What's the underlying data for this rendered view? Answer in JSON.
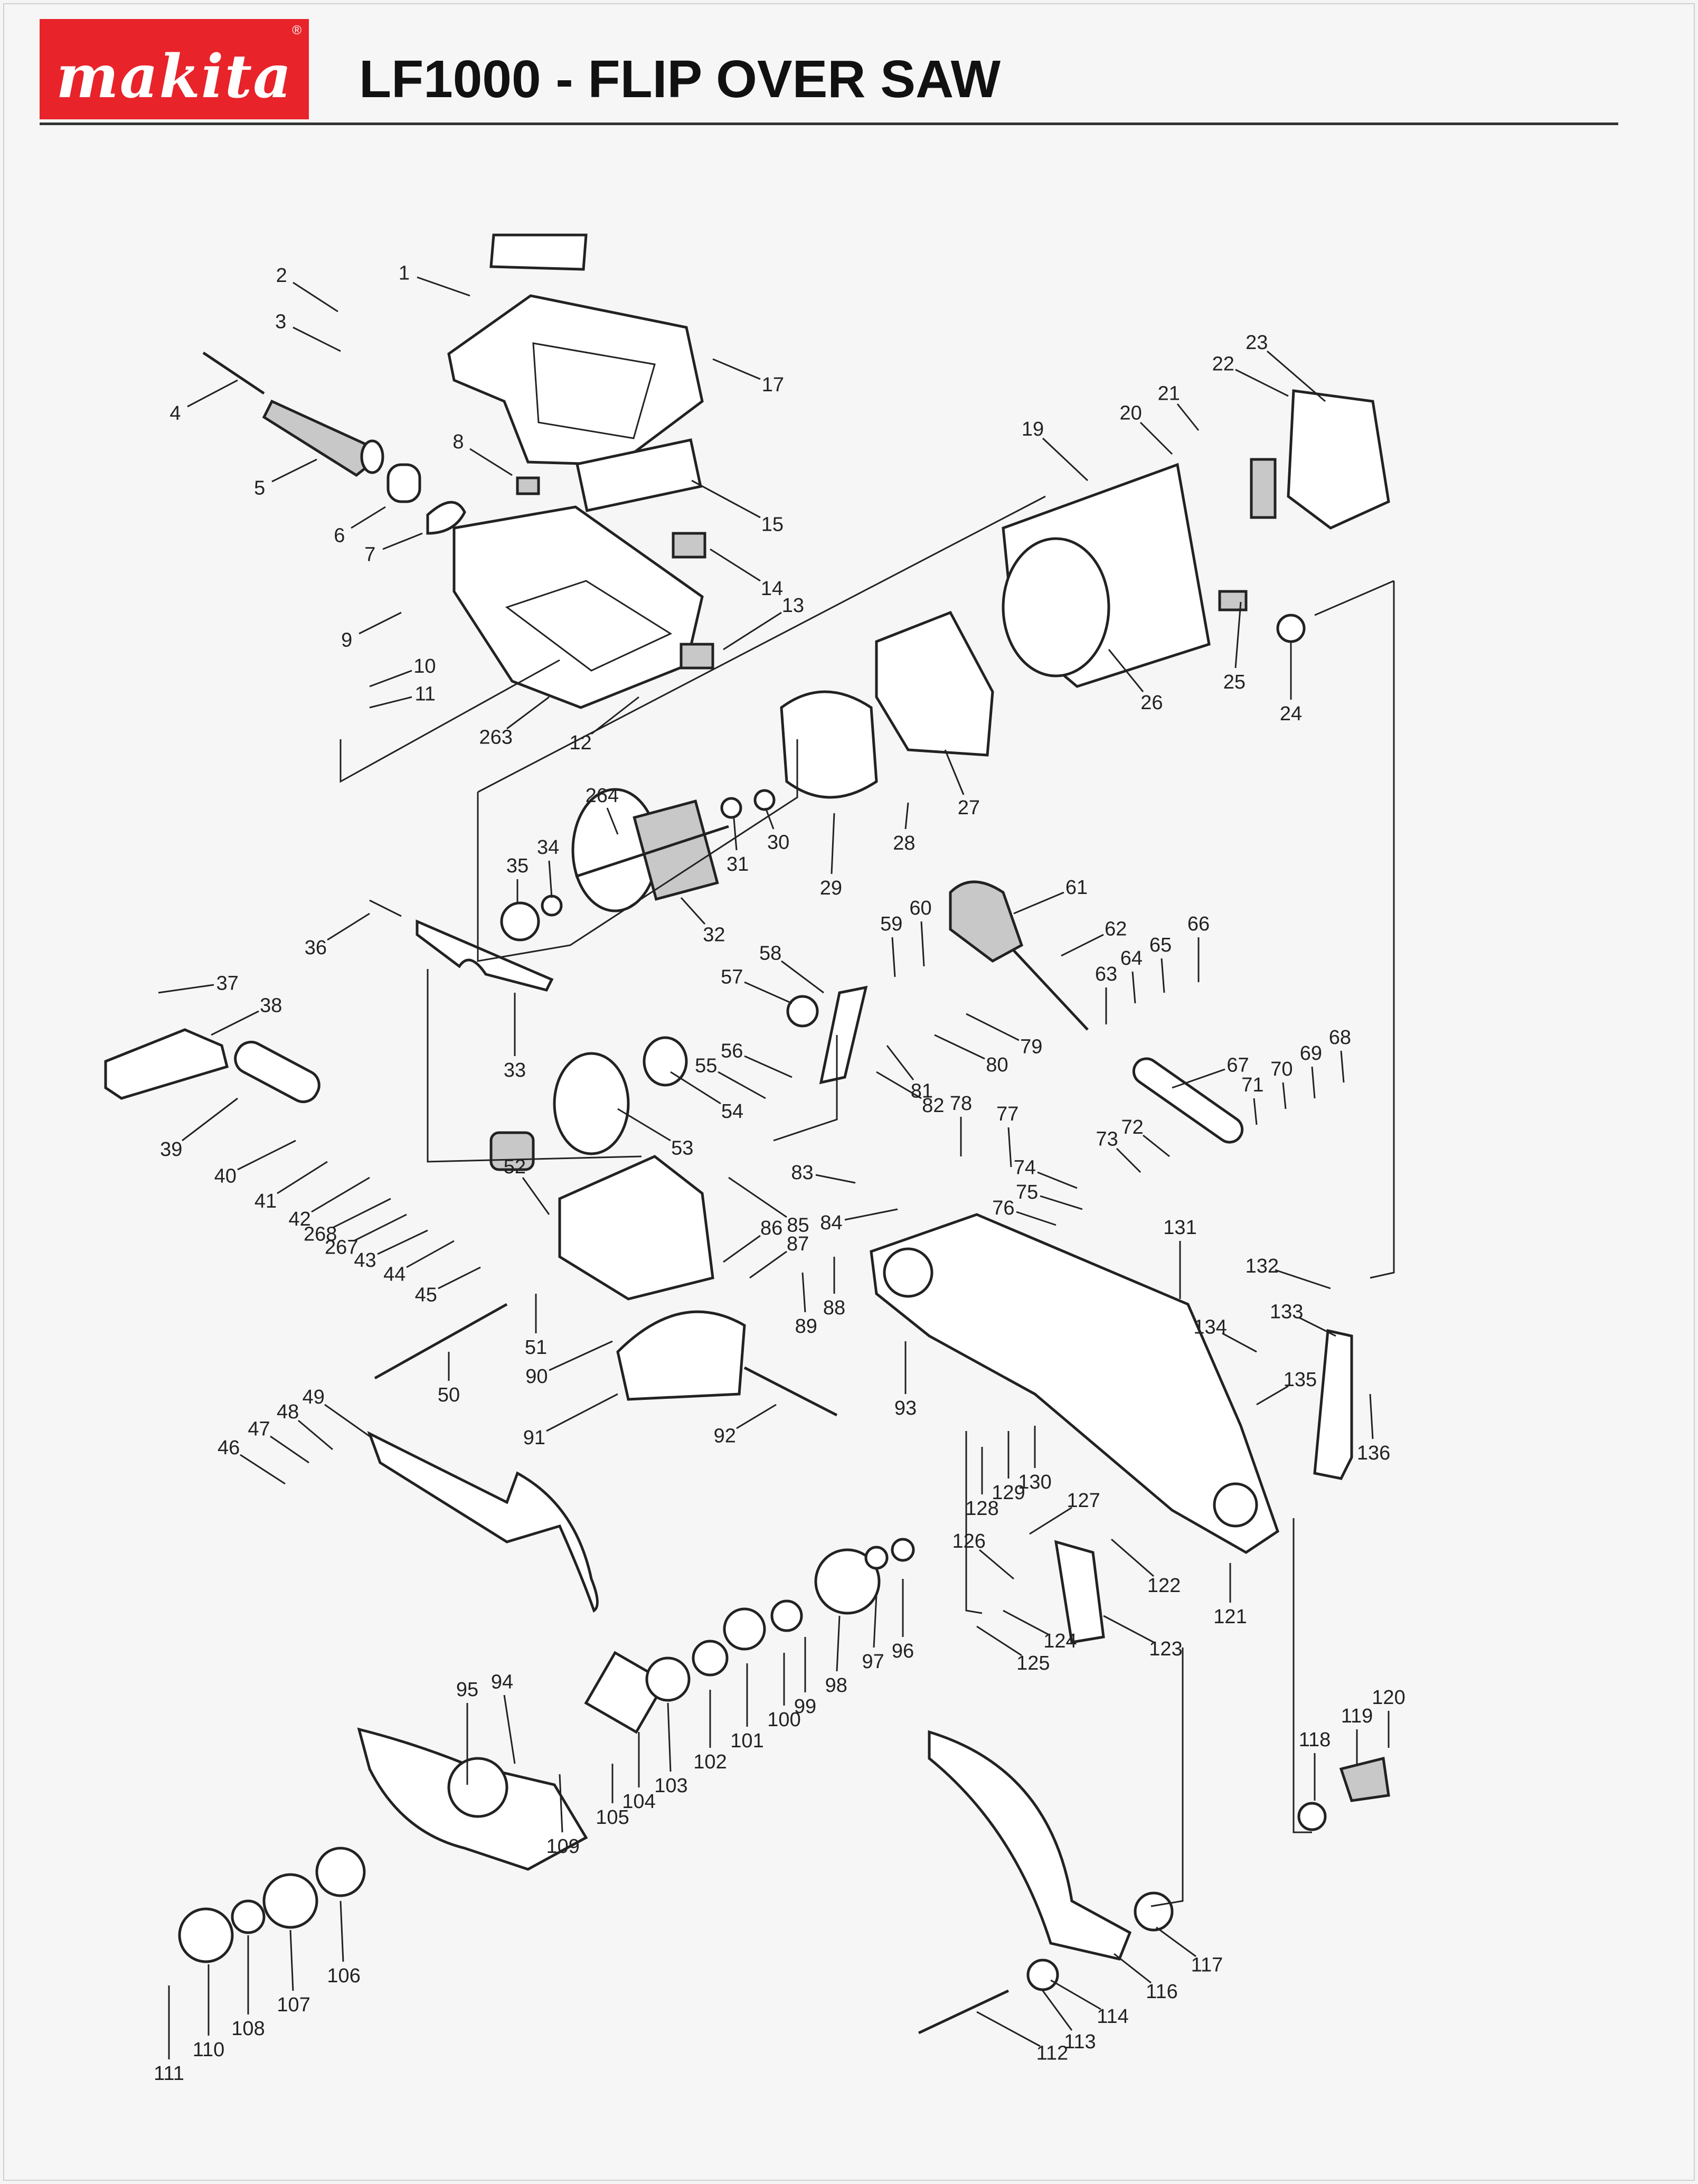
{
  "header": {
    "brand": "makita",
    "title": "LF1000 - FLIP OVER SAW"
  },
  "colors": {
    "brand_red": "#e8232a",
    "ink": "#222222",
    "background": "#f5f5f5"
  },
  "callouts": [
    "1",
    "2",
    "3",
    "4",
    "5",
    "6",
    "7",
    "8",
    "9",
    "10",
    "11",
    "12",
    "13",
    "14",
    "15",
    "17",
    "19",
    "20",
    "21",
    "22",
    "23",
    "24",
    "25",
    "26",
    "27",
    "28",
    "29",
    "30",
    "31",
    "32",
    "33",
    "34",
    "35",
    "36",
    "37",
    "38",
    "39",
    "40",
    "41",
    "42",
    "43",
    "44",
    "45",
    "46",
    "47",
    "48",
    "49",
    "50",
    "51",
    "52",
    "53",
    "54",
    "55",
    "56",
    "57",
    "58",
    "59",
    "60",
    "61",
    "62",
    "63",
    "64",
    "65",
    "66",
    "67",
    "68",
    "69",
    "70",
    "71",
    "72",
    "73",
    "74",
    "75",
    "76",
    "77",
    "78",
    "79",
    "80",
    "81",
    "82",
    "83",
    "84",
    "85",
    "86",
    "87",
    "88",
    "89",
    "90",
    "91",
    "92",
    "93",
    "94",
    "95",
    "96",
    "97",
    "98",
    "99",
    "100",
    "101",
    "102",
    "103",
    "104",
    "105",
    "106",
    "107",
    "108",
    "109",
    "110",
    "111",
    "112",
    "113",
    "114",
    "116",
    "117",
    "118",
    "119",
    "120",
    "121",
    "122",
    "123",
    "124",
    "125",
    "126",
    "127",
    "128",
    "129",
    "130",
    "131",
    "132",
    "133",
    "134",
    "135",
    "136",
    "263",
    "264",
    "267",
    "268"
  ]
}
